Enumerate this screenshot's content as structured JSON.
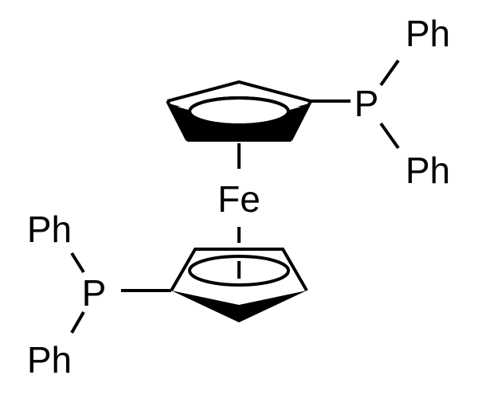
{
  "molecule": {
    "labels": {
      "fe": "Fe",
      "top_p": "P",
      "top_ph_upper": "Ph",
      "top_ph_lower": "Ph",
      "bottom_p": "P",
      "bottom_ph_upper": "Ph",
      "bottom_ph_lower": "Ph"
    },
    "colors": {
      "ink": "#000000",
      "background": "#ffffff"
    }
  }
}
